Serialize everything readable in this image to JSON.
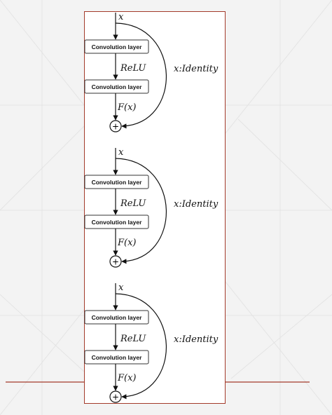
{
  "blocks": [
    {
      "input_label": "x",
      "layer1_label": "Convolution layer",
      "activation_label": "ReLU",
      "layer2_label": "Convolution layer",
      "output_label": "F(x)",
      "skip_label": "x:Identity",
      "sum_symbol": "+"
    },
    {
      "input_label": "x",
      "layer1_label": "Convolution layer",
      "activation_label": "ReLU",
      "layer2_label": "Convolution layer",
      "output_label": "F(x)",
      "skip_label": "x:Identity",
      "sum_symbol": "+"
    },
    {
      "input_label": "x",
      "layer1_label": "Convolution layer",
      "activation_label": "ReLU",
      "layer2_label": "Convolution layer",
      "output_label": "F(x)",
      "skip_label": "x:Identity",
      "sum_symbol": "+"
    }
  ],
  "colors": {
    "frame_border": "#a33a2a",
    "slide_background": "#f3f3f3",
    "baseline": "#a33a2a"
  }
}
